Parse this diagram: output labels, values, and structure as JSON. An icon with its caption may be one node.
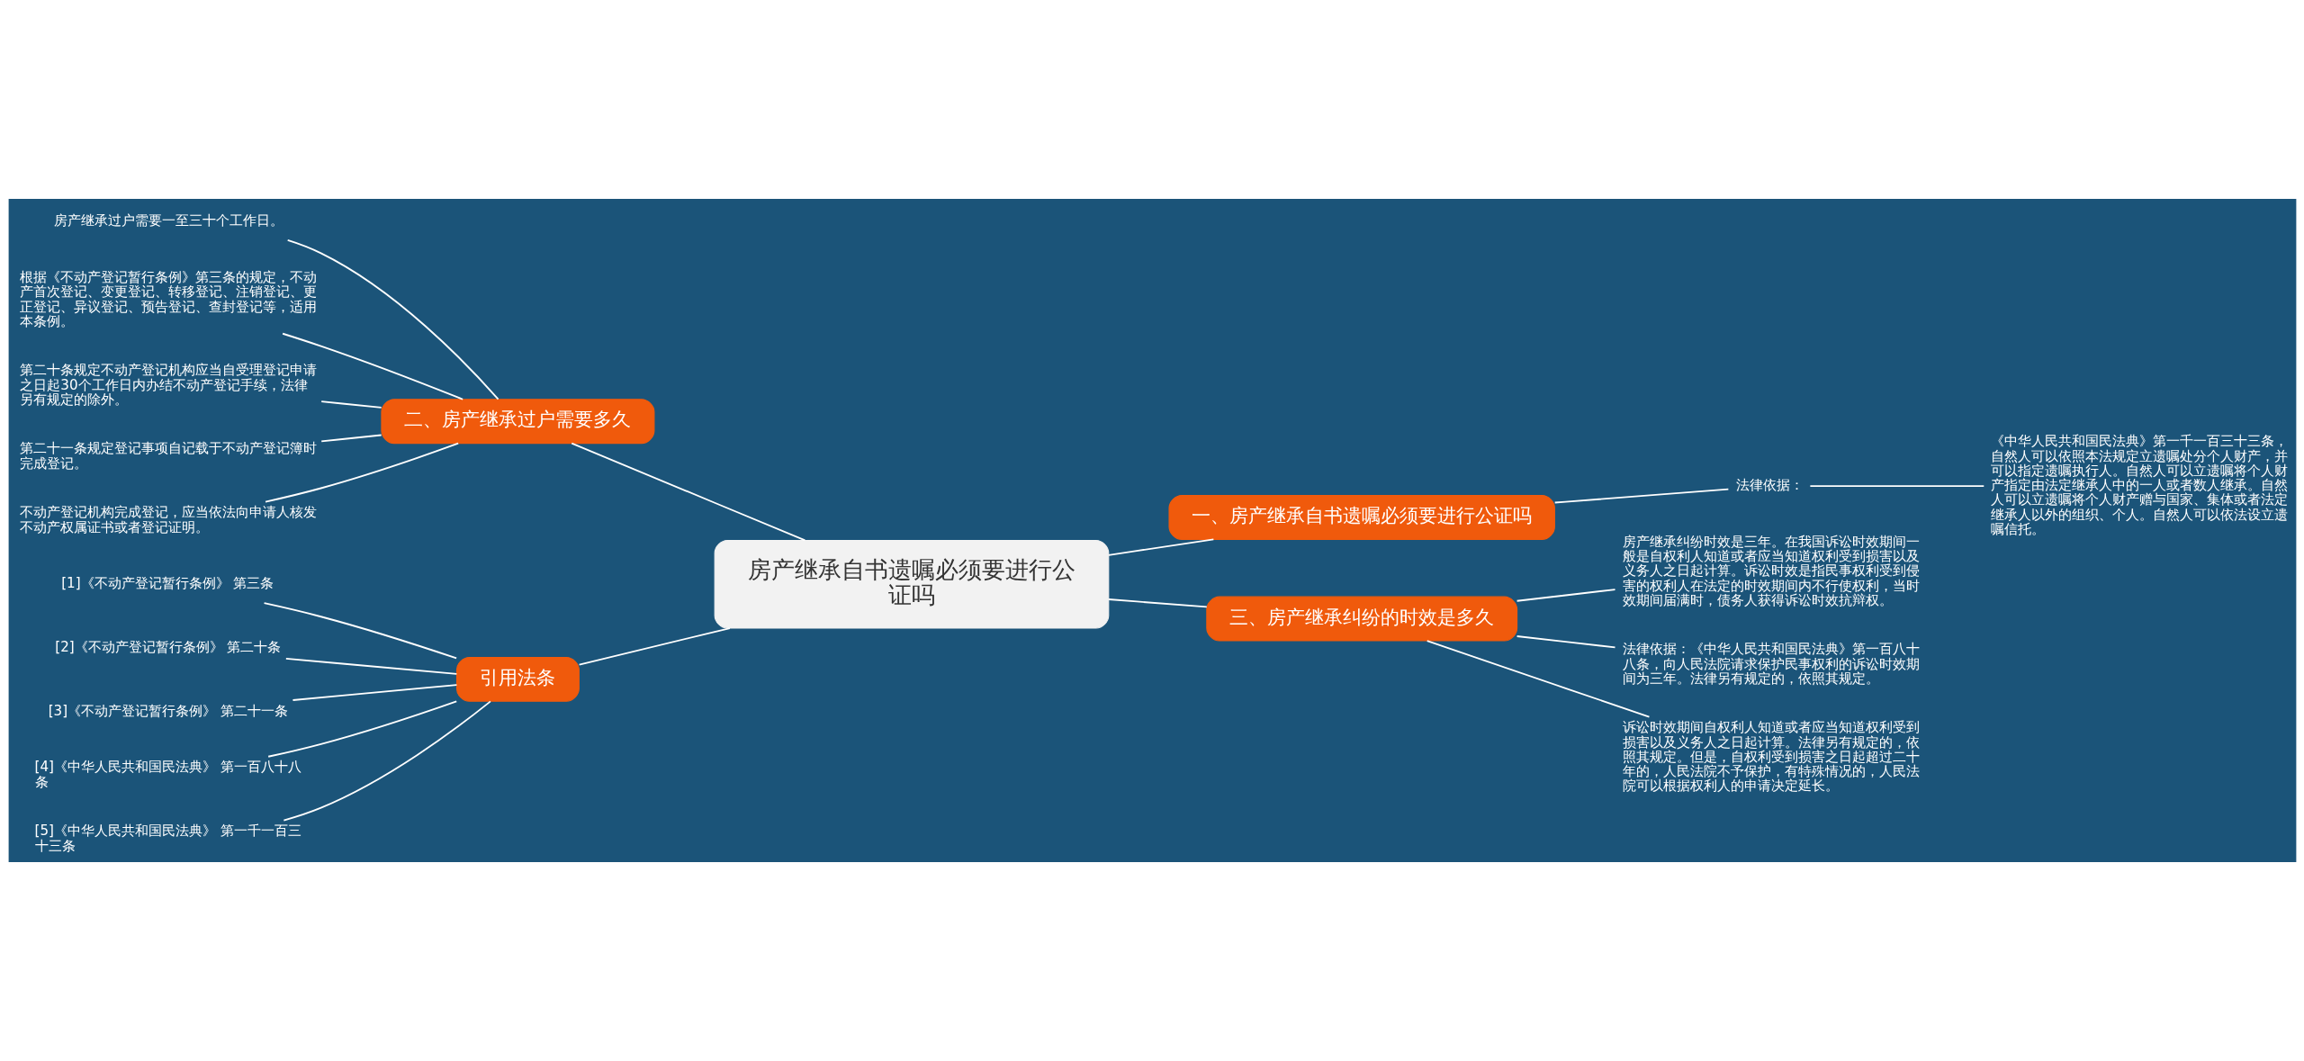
{
  "diagram": {
    "nodes": [
      {
        "text": [
          "房产继承自书遗嘱必须要进行公证吗"
        ]
      },
      {
        "text": [
          "一、房产继承自书遗嘱必须要进行公证吗"
        ]
      },
      {
        "text": [
          "法律依据："
        ]
      },
      {
        "text": [
          "《中华人民共和国民法典》第一千一百三十三条，自然人可以依照本法规定立遗嘱处分个人财产，并可以指定遗嘱执行人。自然人可以立遗嘱将个人财产指定由法定继承人中的一人或者数人继承。自然人可以立遗嘱将个人财产赠与国家、集体或者法定继承人以外的组织、个人。自然人可以依法设立遗嘱信托。"
        ]
      },
      {
        "text": [
          "二、房产继承过户需要多久"
        ]
      },
      {
        "text": [
          "房产继承过户需要一至三十个工作日。"
        ]
      },
      {
        "text": [
          "根据《不动产登记暂行条例》第三条的规定，不动产首次登记、变更登记、转移登记、注销登记、更正登记、异议登记、预告登记、查封登记等，适用本条例。"
        ]
      },
      {
        "text": [
          "第二十条规定不动产登记机构应当自受理登记申请之日起30个工作日内办结不动产登记手续，法律另有规定的除外。"
        ]
      },
      {
        "text": [
          "第二十一条规定登记事项自记载于不动产登记簿时完成登记。"
        ]
      },
      {
        "text": [
          "不动产登记机构完成登记，应当依法向申请人核发不动产权属证书或者登记证明。"
        ]
      },
      {
        "text": [
          "三、房产继承纠纷的时效是多久"
        ]
      },
      {
        "text": [
          "房产继承纠纷时效是三年。在我国诉讼时效期间一般是自权利人知道或者应当知道权利受到损害以及义务人之日起计算。诉讼时效是指民事权利受到侵害的权利人在法定的时效期间内不行使权利，当时效期间届满时，债务人获得诉讼时效抗辩权。"
        ]
      },
      {
        "text": [
          "法律依据：《中华人民共和国民法典》第一百八十八条，向人民法院请求保护民事权利的诉讼时效期间为三年。法律另有规定的，依照其规定。"
        ]
      },
      {
        "text": [
          "诉讼时效期间自权利人知道或者应当知道权利受到损害以及义务人之日起计算。法律另有规定的，依照其规定。但是，自权利受到损害之日起超过二十年的，人民法院不予保护，有特殊情况的，人民法院可以根据权利人的申请决定延长。"
        ]
      },
      {
        "text": [
          "引用法条"
        ]
      },
      {
        "text": [
          "[1]《不动产登记暂行条例》 第三条"
        ]
      },
      {
        "text": [
          "[2]《不动产登记暂行条例》 第二十条"
        ]
      },
      {
        "text": [
          "[3]《不动产登记暂行条例》 第二十一条"
        ]
      },
      {
        "text": [
          "[4]《中华人民共和国民法典》 第一百八十八条"
        ]
      },
      {
        "text": [
          "[5]《中华人民共和国民法典》 第一千一百三十三条"
        ]
      }
    ],
    "edges": [
      {
        "from": 0,
        "to": 1,
        "arrow": "none"
      },
      {
        "from": 1,
        "to": 2,
        "arrow": "none"
      },
      {
        "from": 2,
        "to": 3,
        "arrow": "none"
      },
      {
        "from": 4,
        "to": 0,
        "arrow": "none"
      },
      {
        "from": 5,
        "to": 4,
        "arrow": "none"
      },
      {
        "from": 6,
        "to": 4,
        "arrow": "none"
      },
      {
        "from": 7,
        "to": 4,
        "arrow": "none"
      },
      {
        "from": 8,
        "to": 4,
        "arrow": "none"
      },
      {
        "from": 9,
        "to": 4,
        "arrow": "none"
      },
      {
        "from": 0,
        "to": 10,
        "arrow": "none"
      },
      {
        "from": 10,
        "to": 11,
        "arrow": "none"
      },
      {
        "from": 10,
        "to": 12,
        "arrow": "none"
      },
      {
        "from": 10,
        "to": 13,
        "arrow": "none"
      },
      {
        "from": 14,
        "to": 0,
        "arrow": "none"
      },
      {
        "from": 15,
        "to": 14,
        "arrow": "none"
      },
      {
        "from": 16,
        "to": 14,
        "arrow": "none"
      },
      {
        "from": 17,
        "to": 14,
        "arrow": "none"
      },
      {
        "from": 18,
        "to": 14,
        "arrow": "none"
      },
      {
        "from": 19,
        "to": 14,
        "arrow": "none"
      }
    ]
  }
}
